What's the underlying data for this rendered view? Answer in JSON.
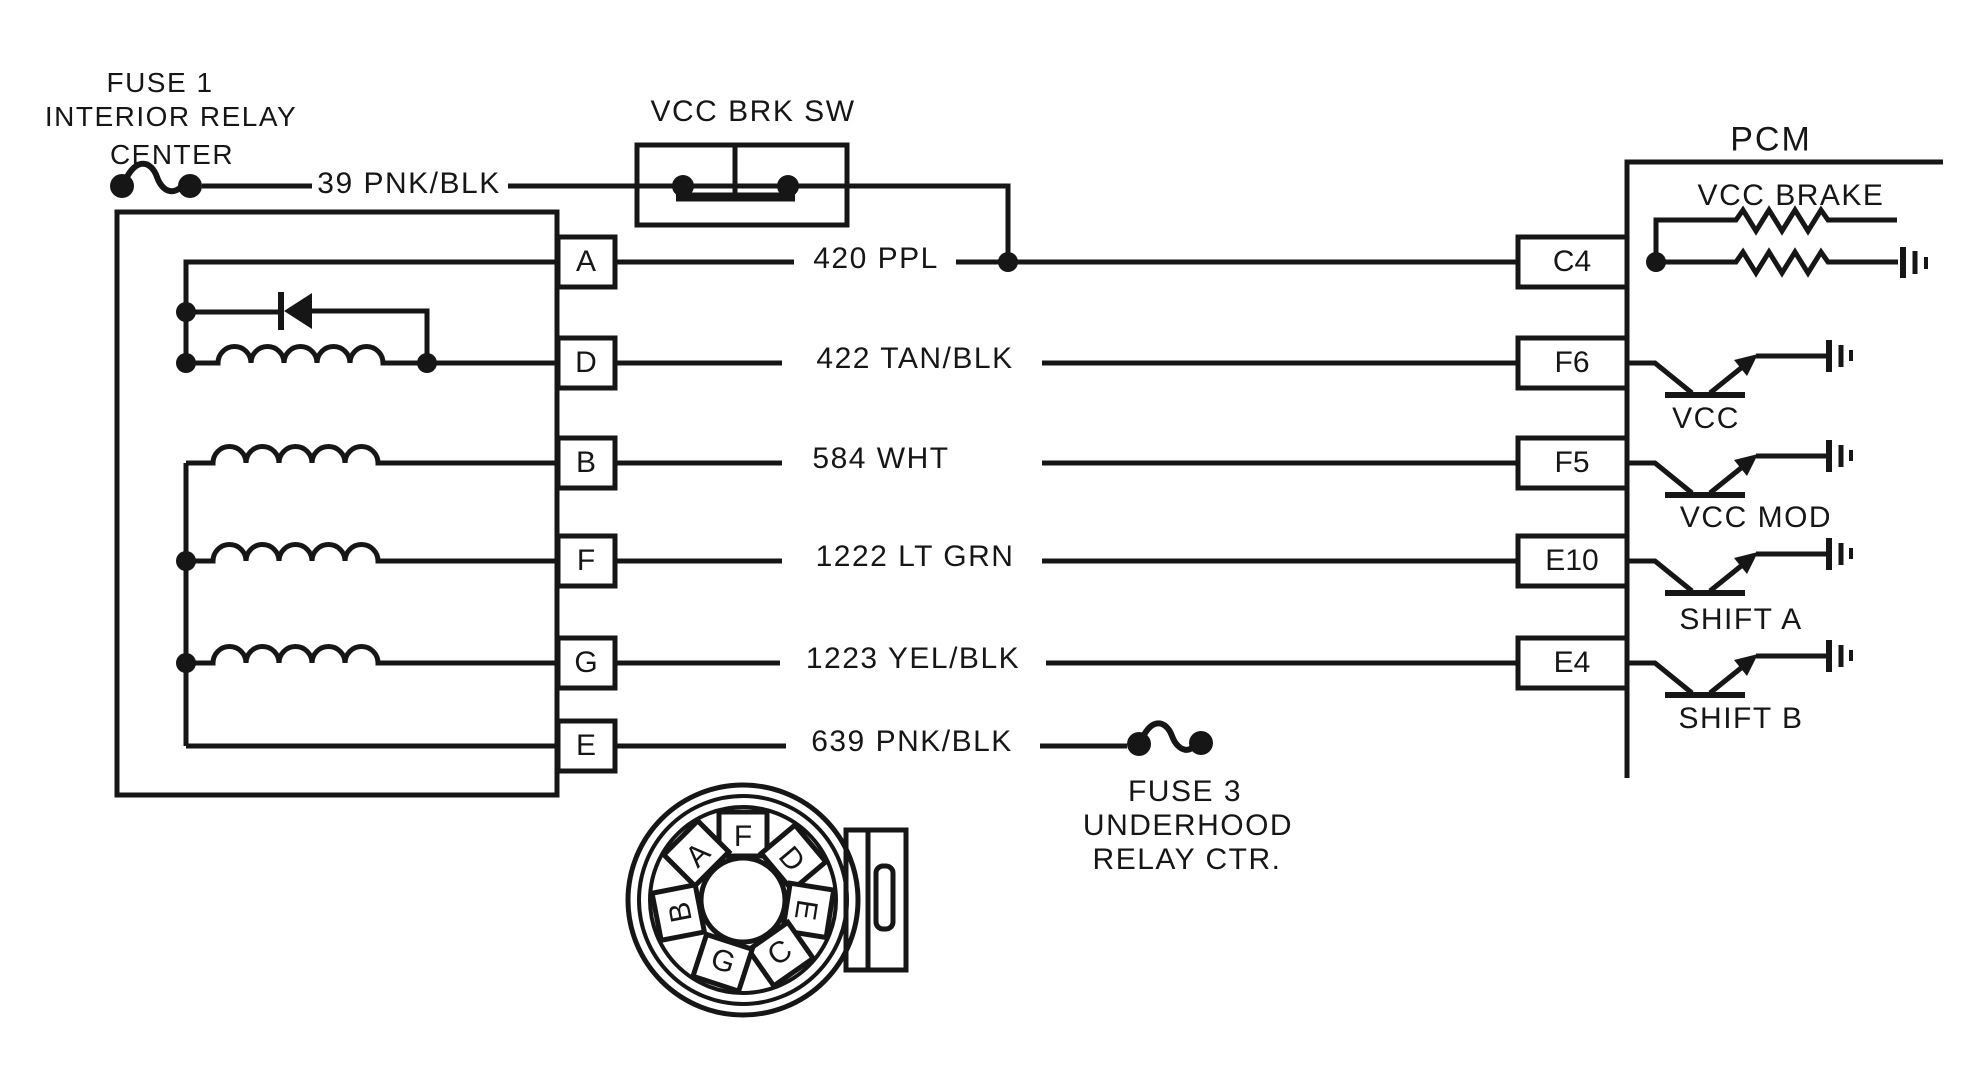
{
  "colors": {
    "ink": "#161616",
    "paper": "#ffffff"
  },
  "fuse1": {
    "line1": "FUSE 1",
    "line2": "INTERIOR RELAY",
    "line3": "CENTER"
  },
  "feed_wire": {
    "label": "39 PNK/BLK"
  },
  "brake_switch": {
    "label": "VCC BRK SW"
  },
  "wires": [
    "420 PPL",
    "422 TAN/BLK",
    "584 WHT",
    "1222 LT GRN",
    "1223 YEL/BLK",
    "639 PNK/BLK"
  ],
  "solenoid_connector": {
    "pins": [
      "A",
      "D",
      "B",
      "F",
      "G",
      "E"
    ]
  },
  "pcm": {
    "title": "PCM",
    "pins": [
      "C4",
      "F6",
      "F5",
      "E10",
      "E4"
    ],
    "internal_labels": {
      "brake": "VCC BRAKE",
      "vcc": "VCC",
      "vcc_mod": "VCC MOD",
      "shift_a": "SHIFT A",
      "shift_b": "SHIFT B"
    }
  },
  "fuse3": {
    "line1": "FUSE 3",
    "line2": "UNDERHOOD",
    "line3": "RELAY CTR."
  },
  "round_connector": {
    "pins": [
      "F",
      "D",
      "E",
      "C",
      "G",
      "B",
      "A"
    ]
  }
}
